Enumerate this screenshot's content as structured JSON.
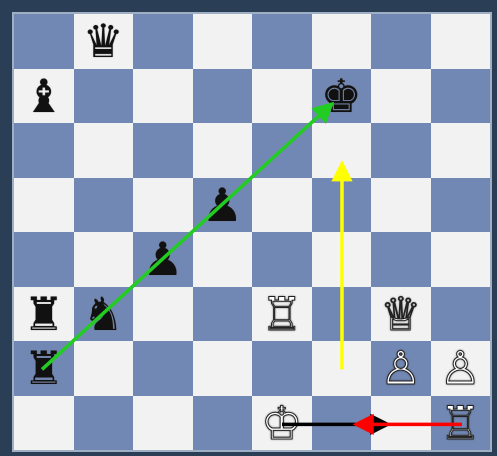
{
  "board": {
    "light_color": "#f2f2f2",
    "dark_color": "#7288b4",
    "pieces": [
      {
        "square": "b8",
        "piece": "black-queen",
        "glyph": "♛",
        "side": "black"
      },
      {
        "square": "a7",
        "piece": "black-bishop",
        "glyph": "♝",
        "side": "black"
      },
      {
        "square": "f7",
        "piece": "black-king",
        "glyph": "♚",
        "side": "black"
      },
      {
        "square": "d5",
        "piece": "black-pawn",
        "glyph": "♟",
        "side": "black"
      },
      {
        "square": "c4",
        "piece": "black-pawn",
        "glyph": "♟",
        "side": "black"
      },
      {
        "square": "a3",
        "piece": "black-rook",
        "glyph": "♜",
        "side": "black"
      },
      {
        "square": "b3",
        "piece": "black-knight",
        "glyph": "♞",
        "side": "black"
      },
      {
        "square": "e3",
        "piece": "white-rook",
        "glyph": "♖",
        "side": "white"
      },
      {
        "square": "g3",
        "piece": "white-queen",
        "glyph": "♕",
        "side": "white"
      },
      {
        "square": "a2",
        "piece": "black-rook",
        "glyph": "♜",
        "side": "black"
      },
      {
        "square": "g2",
        "piece": "white-pawn",
        "glyph": "♙",
        "side": "white"
      },
      {
        "square": "h2",
        "piece": "white-pawn",
        "glyph": "♙",
        "side": "white"
      },
      {
        "square": "e1",
        "piece": "white-king",
        "glyph": "♔",
        "side": "white"
      },
      {
        "square": "h1",
        "piece": "white-rook",
        "glyph": "♖",
        "side": "white"
      }
    ],
    "arrows": [
      {
        "name": "green-arrow",
        "from": "a2",
        "to": "f7",
        "color": "#22cc22"
      },
      {
        "name": "yellow-arrow",
        "from": "f2",
        "to": "f6",
        "color": "#ffff00"
      },
      {
        "name": "black-arrow",
        "from": "e1",
        "to": "g1",
        "color": "#000000"
      },
      {
        "name": "red-arrow",
        "from": "h1",
        "to": "f1",
        "color": "#ff0000"
      }
    ]
  }
}
